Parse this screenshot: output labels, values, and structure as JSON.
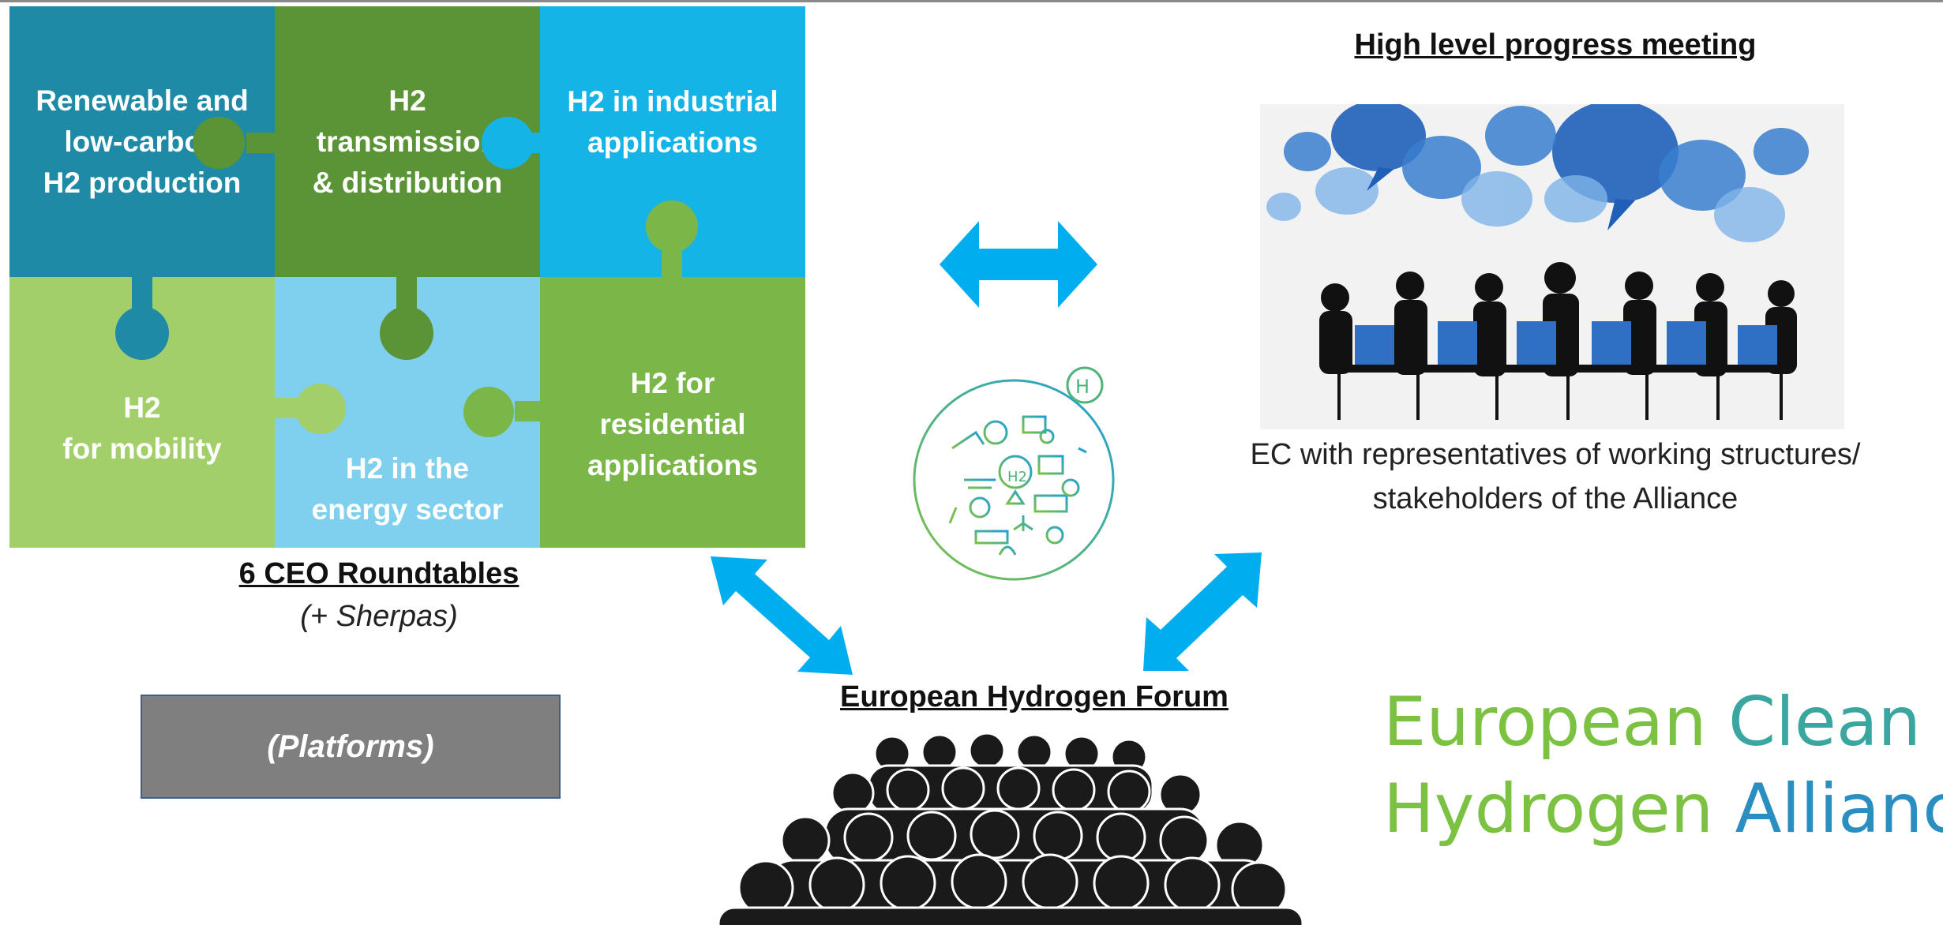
{
  "puzzle": {
    "pieces": [
      {
        "label": "Renewable and\nlow-carbon\nH2 production",
        "color": "#1e8aa6"
      },
      {
        "label": "H2\ntransmission\n& distribution",
        "color": "#5a9436"
      },
      {
        "label": "H2 in industrial\napplications",
        "color": "#15b4e6"
      },
      {
        "label": "H2\nfor mobility",
        "color": "#a3cf6b"
      },
      {
        "label": "H2 in the\nenergy sector",
        "color": "#7fcfee"
      },
      {
        "label": "H2 for\nresidential\napplications",
        "color": "#7ab648"
      }
    ]
  },
  "roundtables": {
    "title": "6 CEO Roundtables",
    "subtitle": "(+ Sherpas)"
  },
  "platforms": {
    "label": "(Platforms)"
  },
  "progress_meeting": {
    "title": "High level progress meeting",
    "description": "EC with representatives of working structures/\nstakeholders of the Alliance"
  },
  "forum": {
    "title": "European Hydrogen Forum"
  },
  "brand": {
    "line1_word1": "European",
    "line1_word2": "Clean",
    "line2_word1": "Hydrogen",
    "line2_word2": "Alliance"
  },
  "logo": {
    "badge": "H2"
  },
  "colors": {
    "arrow": "#00aeef",
    "logo_green": "#7cc242",
    "logo_blue": "#1fa0d8"
  }
}
